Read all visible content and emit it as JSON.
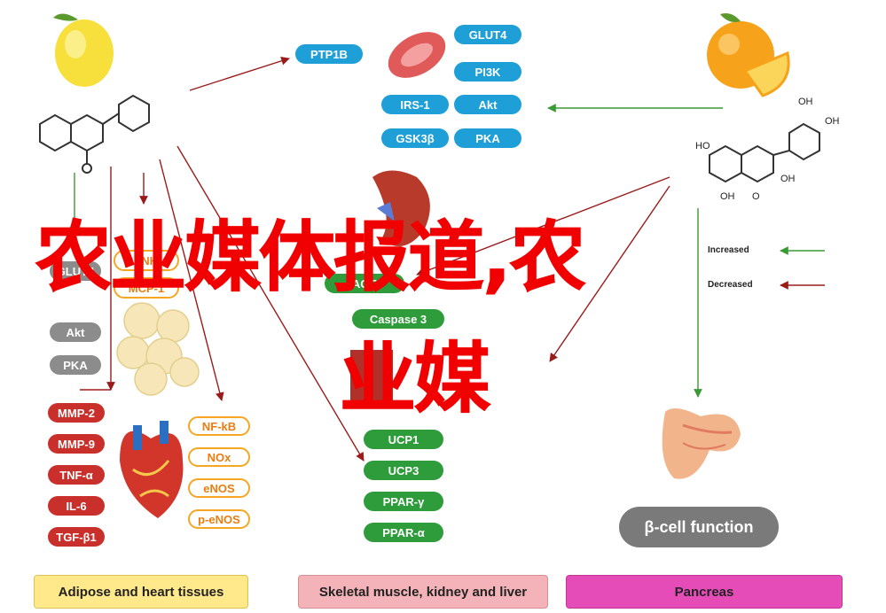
{
  "overlay": {
    "line1": "农业媒体报道,农",
    "line2": "业媒"
  },
  "top_markers": [
    "PTP1B",
    "GLUT4",
    "PI3K",
    "IRS-1",
    "Akt",
    "GSK3β",
    "PKA"
  ],
  "left_markers": [
    "GLUT4",
    "Akt",
    "PKA"
  ],
  "left_orange_markers": [
    "JNK",
    "MCP-1"
  ],
  "center_markers": [
    "AGE",
    "Caspase 3"
  ],
  "center_green_markers": [
    "UCP1",
    "UCP3",
    "PPAR-γ",
    "PPAR-α"
  ],
  "inflammation_markers": [
    "MMP-2",
    "MMP-9",
    "TNF-α",
    "IL-6",
    "TGF-β1"
  ],
  "nitric_markers": [
    "NF-kB",
    "NOx",
    "eNOS",
    "p-eNOS"
  ],
  "right": {
    "increased": "Increased",
    "decreased": "Decreased",
    "beta_cell": "β-cell function"
  },
  "bottom_bars": {
    "adipose": "Adipose and heart tissues",
    "skeletal": "Skeletal muscle, kidney and liver",
    "pancreas": "Pancreas"
  },
  "colors": {
    "overlay_red": "#f00000",
    "blue_marker": "#1f9fd8",
    "red_marker": "#c9302c",
    "green_marker": "#2e9c3a",
    "orange_marker": "#f6a623",
    "bar_yellow": "#ffe98a",
    "bar_pink": "#f3b3b8",
    "bar_magenta": "#e64cb8"
  }
}
